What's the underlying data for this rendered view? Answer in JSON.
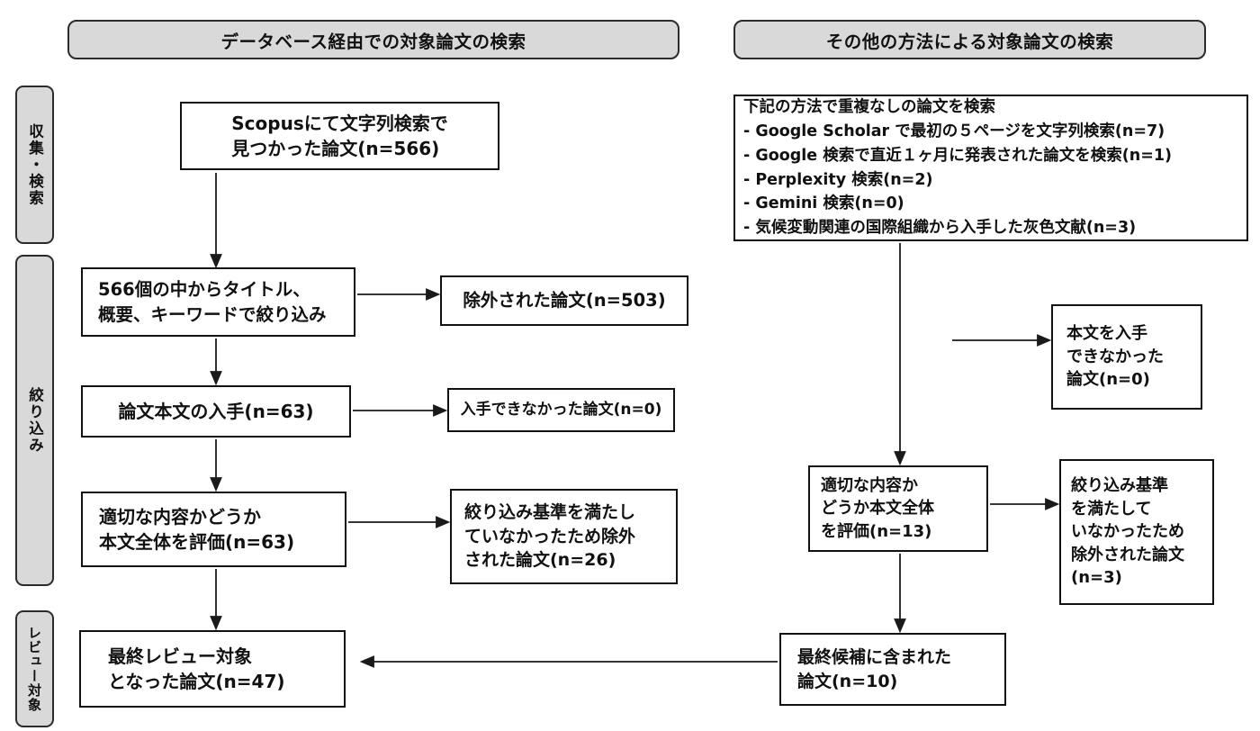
{
  "headers": {
    "left": "データベース経由での対象論文の検索",
    "right": "その他の方法による対象論文の検索"
  },
  "stages": {
    "collect": "収集・検索",
    "screening": "絞り込み",
    "review": "レビュー対象"
  },
  "left_flow": {
    "scopus": "Scopusにて文字列検索で\n見つかった論文(n=566)",
    "title_screening": "566個の中からタイトル、\n概要、キーワードで絞り込み",
    "excluded": "除外された論文(n=503)",
    "fulltext": "論文本文の入手(n=63)",
    "not_obtained": "入手できなかった論文(n=0)",
    "assessment": "適切な内容かどうか\n本文全体を評価(n=63)",
    "excluded_criteria": "絞り込み基準を満たし\nていなかったため除外\nされた論文(n=26)",
    "final": "最終レビュー対象\nとなった論文(n=47)"
  },
  "right_flow": {
    "methods": "下記の方法で重複なしの論文を検索\n- Google Scholar で最初の５ページを文字列検索(n=7)\n- Google 検索で直近１ヶ月に発表された論文を検索(n=1)\n- Perplexity 検索(n=2)\n- Gemini 検索(n=0)\n- 気候変動関連の国際組織から入手した灰色文献(n=3)",
    "not_obtained": "本文を入手\nできなかった\n論文(n=0)",
    "assessment": "適切な内容か\nどうか本文全体\nを評価(n=13)",
    "excluded_criteria": "絞り込み基準\nを満たして\nいなかったため\n除外された論文\n(n=3)",
    "final_candidates": "最終候補に含まれた\n論文(n=10)"
  },
  "colors": {
    "stage_fill": "#d9d9d9",
    "box_border": "#111111",
    "arrow": "#1a1a1a",
    "background": "#ffffff"
  }
}
